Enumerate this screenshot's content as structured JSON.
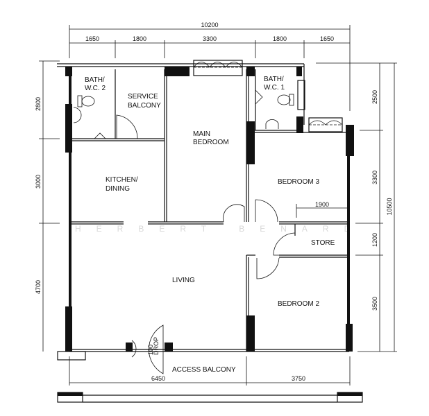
{
  "rooms": {
    "bath2": [
      "BATH/",
      "W.C. 2"
    ],
    "service_balcony": [
      "SERVICE",
      "BALCONY"
    ],
    "main_bedroom": [
      "MAIN",
      "BEDROOM"
    ],
    "bath1": [
      "BATH/",
      "W.C. 1"
    ],
    "kitchen": [
      "KITCHEN/",
      "DINING"
    ],
    "bedroom3": "BEDROOM 3",
    "store": "STORE",
    "living": "LIVING",
    "bedroom2": "BEDROOM 2",
    "access_balcony": "ACCESS BALCONY",
    "drop": [
      "100",
      "DROP"
    ]
  },
  "dimensions": {
    "top_total": "10200",
    "top": [
      "1650",
      "1800",
      "3300",
      "1800",
      "1650"
    ],
    "left": [
      "2800",
      "3000",
      "4700"
    ],
    "right": [
      "2500",
      "3300",
      "1200",
      "3500"
    ],
    "right_total": "10500",
    "store_width": "1900",
    "bottom": [
      "6450",
      "3750"
    ]
  },
  "watermark": "HERBERT BENARD"
}
